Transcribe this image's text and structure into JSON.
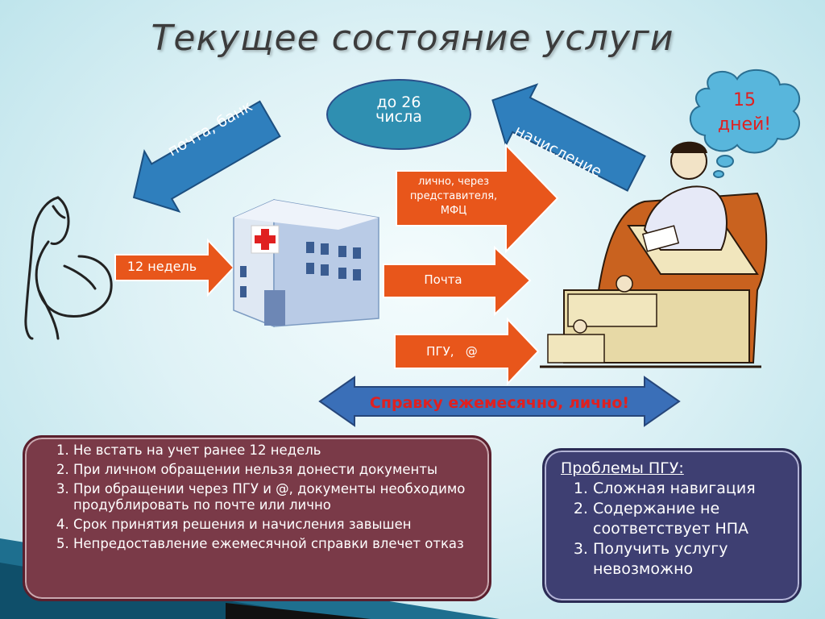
{
  "title": "Текущее состояние услуги",
  "oval": {
    "line1": "до 26",
    "line2": "числа"
  },
  "cloud": {
    "line1": "15",
    "line2": "дней!"
  },
  "arrows": {
    "post_bank": "почта, банк",
    "accrual": "начисление",
    "weeks": "12 недель",
    "in_person": [
      "лично, через",
      "представителя,",
      "МФЦ"
    ],
    "mail": "Почта",
    "pgu": "ПГУ,   @"
  },
  "banner": "Справку ежемесячно, лично!",
  "problems_left": [
    "Не встать на учет ранее 12 недель",
    "При личном обращении нельзя донести документы",
    "При обращении через ПГУ и @, документы необходимо продублировать по почте или лично",
    "Срок принятия решения и начисления завышен",
    "Непредоставление ежемесячной справки влечет отказ"
  ],
  "problems_right": {
    "title": "Проблемы ПГУ:",
    "items": [
      "Сложная навигация",
      "Содержание не соответствует НПА",
      "Получить услугу невозможно"
    ]
  },
  "colors": {
    "blue_arrow": "#2f7fbd",
    "orange_arrow": "#e8561b",
    "oval": "#2f8fb1",
    "panel_left": "#7a3a48",
    "panel_right": "#3e3f72",
    "accent_red": "#e02020"
  },
  "icons": [
    "pregnant-woman-silhouette",
    "hospital-building-icon",
    "bureaucrat-desk-illustration",
    "thought-cloud"
  ]
}
